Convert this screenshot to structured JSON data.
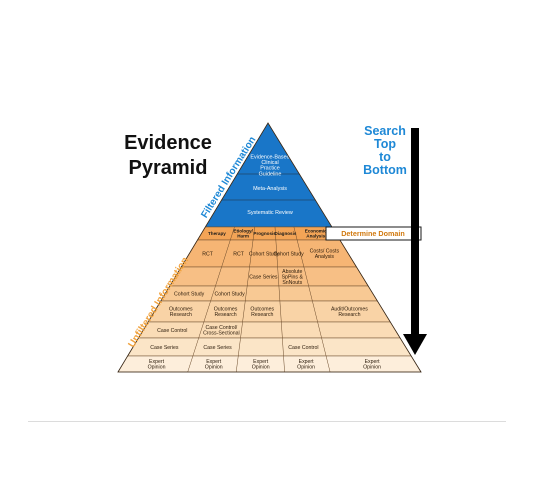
{
  "title": [
    "Evidence",
    "Pyramid"
  ],
  "search": [
    "Search",
    "Top",
    "to",
    "Bottom"
  ],
  "filtered_label": "Filtered Information",
  "unfiltered_label": "Unfiltered Information",
  "determine_domain": "Determine Domain",
  "colors": {
    "blue": "#1976c8",
    "blue_edge": "#0f4f8a",
    "orange_title": "#e79a2a",
    "band_orange": "#f3a456",
    "row_shades": [
      "#f6b574",
      "#f7bf85",
      "#f8c994",
      "#f9d3a6",
      "#fadcb6",
      "#fbe5c7",
      "#fdeedb"
    ],
    "label_blue": "#1e88d6",
    "label_orange": "#f0a23e"
  },
  "filtered_levels": [
    "Evidence-Based Clinical Practice Guideline",
    "Meta-Analysis",
    "Systematic Review"
  ],
  "domains": [
    "Therapy",
    "Etiology/ Harm",
    "Prognosis",
    "Diagnosis",
    "Economic Analysis"
  ],
  "grid_rows": [
    [
      "RCT",
      "RCT",
      "Cohort Study",
      "Cohort Study",
      "Costs/ Costs Analysis"
    ],
    [
      "",
      "",
      "Case Series",
      "Absolute SpPins & SnNouts",
      ""
    ],
    [
      "Cohort Study",
      "Cohort Study",
      "",
      "",
      ""
    ],
    [
      "Outcomes Research",
      "Outcomes Research",
      "Outcomes Research",
      "",
      "Audit/Outcomes Research"
    ],
    [
      "Case Control",
      "Case Control/ Cross-Sectional",
      "",
      "",
      ""
    ],
    [
      "Case Series",
      "Case Series",
      "",
      "Case Control",
      ""
    ],
    [
      "Expert Opinion",
      "Expert Opinion",
      "Expert Opinion",
      "Expert Opinion",
      "Expert Opinion"
    ]
  ]
}
